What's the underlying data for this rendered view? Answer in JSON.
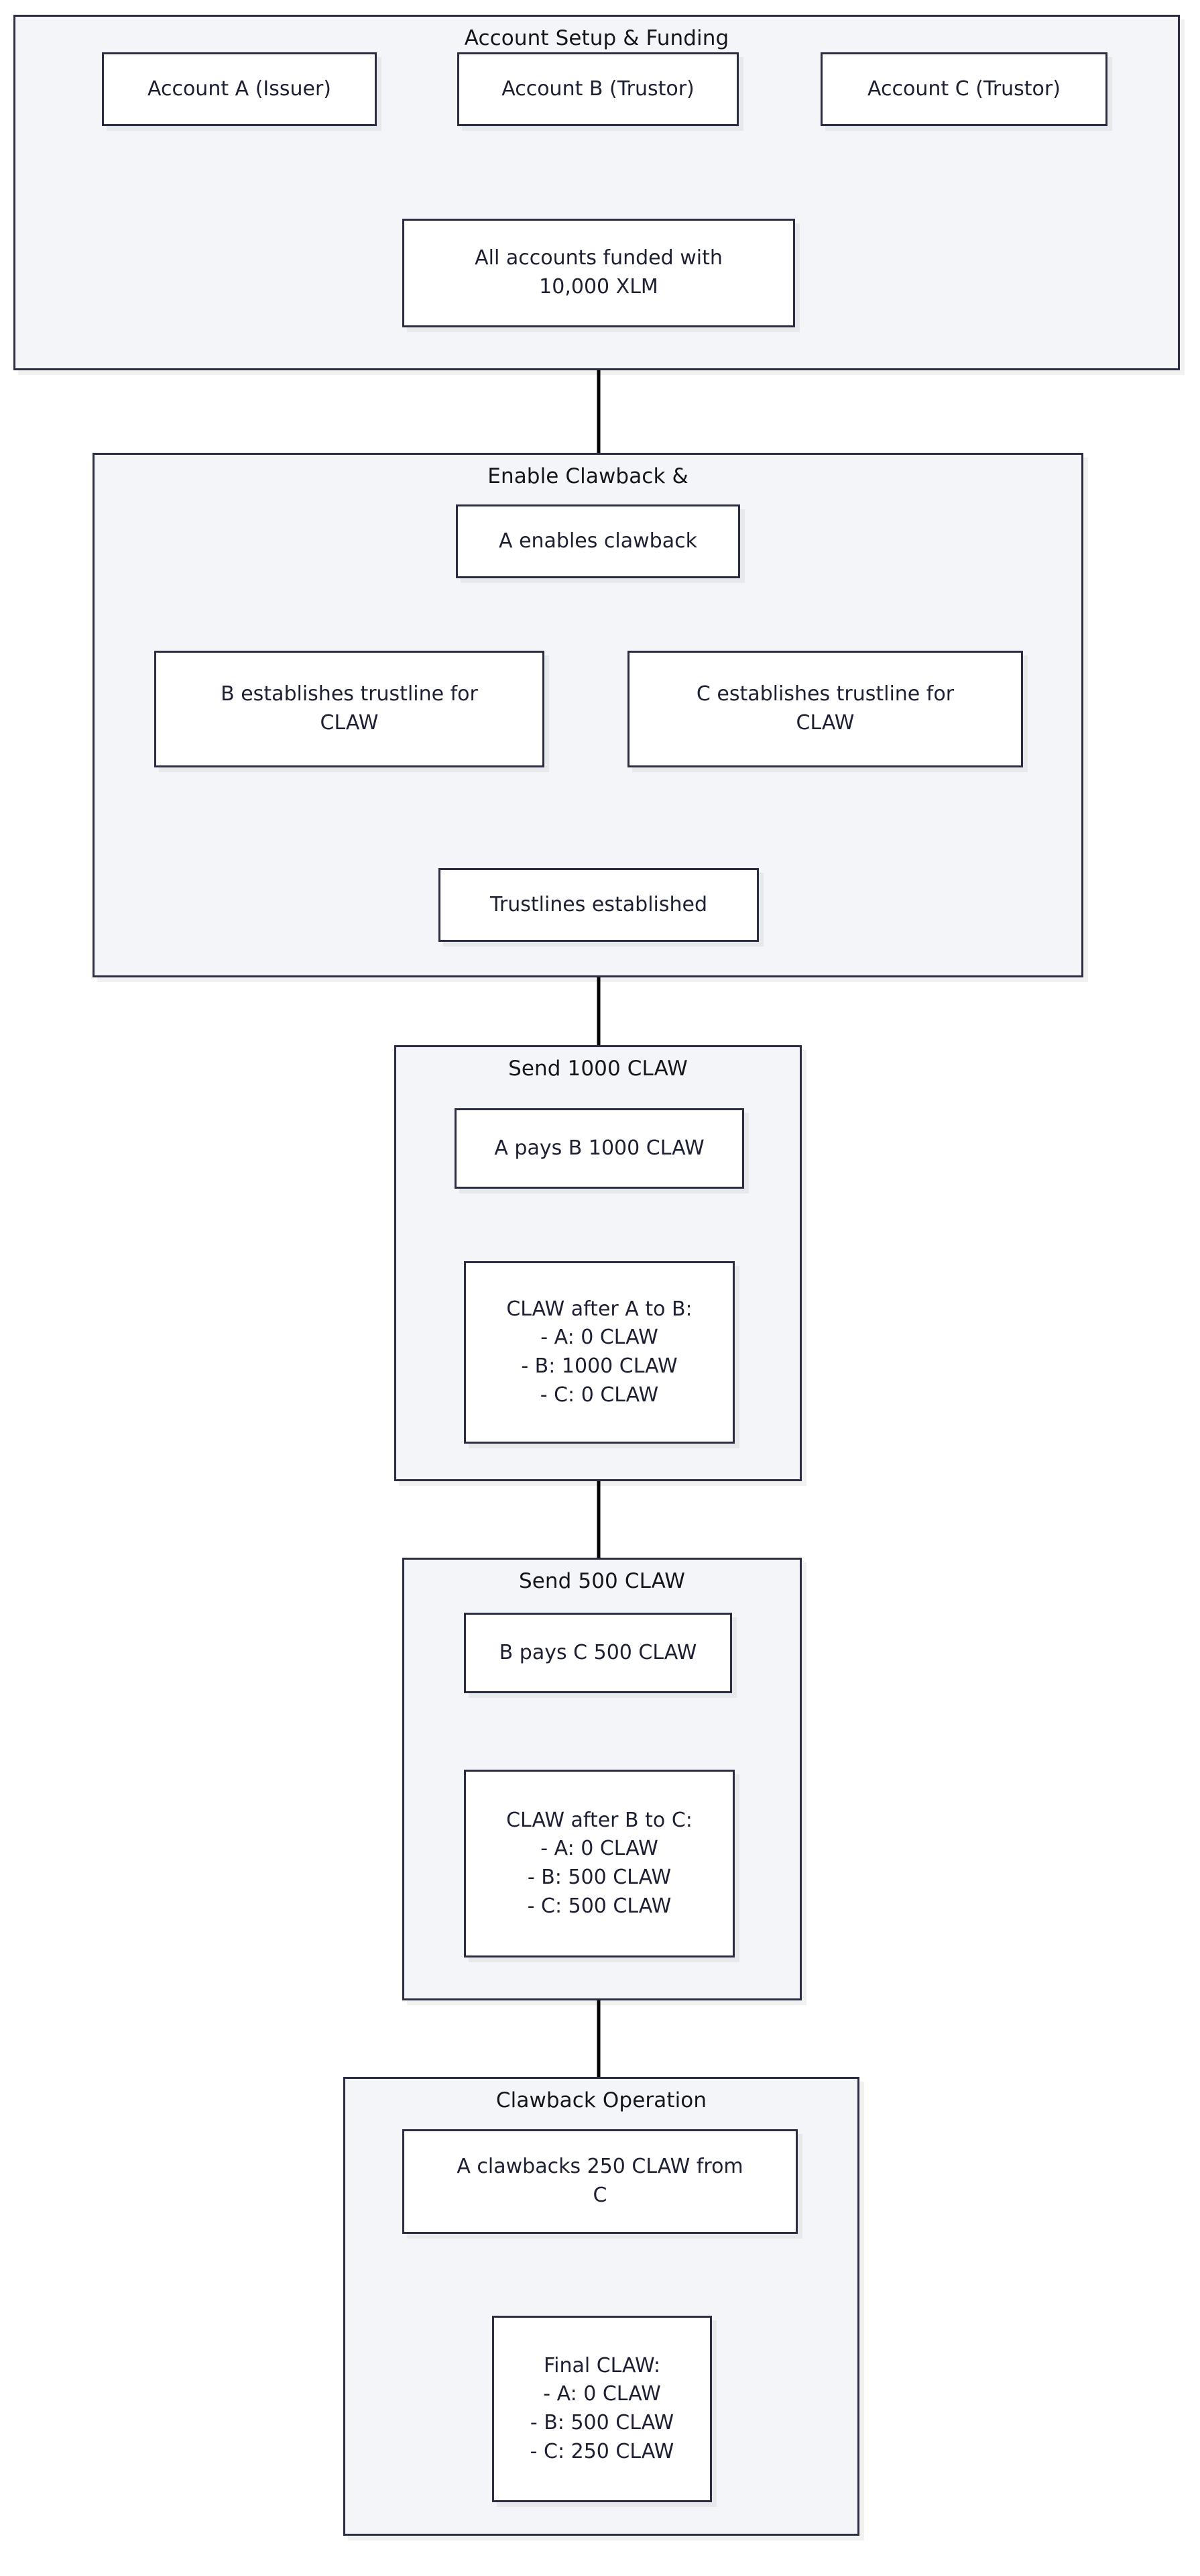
{
  "diagram": {
    "type": "flowchart",
    "direction": "top-down",
    "title_text_color": "#15161c",
    "node_fill": "#ffffff",
    "node_border": "#2b2e43",
    "cluster_fill": "#f4f5f9",
    "cluster_border": "#2b2e43",
    "edge_color": "#000000"
  },
  "clusters": [
    {
      "id": "setup",
      "title": "Account Setup & Funding"
    },
    {
      "id": "clawback",
      "title": "Enable Clawback &"
    },
    {
      "id": "send1000",
      "title": "Send 1000 CLAW"
    },
    {
      "id": "send500",
      "title": "Send 500 CLAW"
    },
    {
      "id": "clawop",
      "title": "Clawback Operation"
    }
  ],
  "nodes": {
    "account_a": "Account A (Issuer)",
    "account_b": "Account B (Trustor)",
    "account_c": "Account C (Trustor)",
    "funded": "All accounts funded with\n10,000 XLM",
    "a_enables": "A enables clawback",
    "b_trustline": "B establishes trustline for\nCLAW",
    "c_trustline": "C establishes trustline for\nCLAW",
    "trustlines_done": "Trustlines established",
    "a_pays_b": "A pays B 1000 CLAW",
    "balance_after_ab": "CLAW after A to B:\n- A: 0 CLAW\n- B: 1000 CLAW\n- C: 0 CLAW",
    "b_pays_c": "B pays C 500 CLAW",
    "balance_after_bc": "CLAW after B to C:\n- A: 0 CLAW\n- B: 500 CLAW\n- C: 500 CLAW",
    "a_clawbacks": "A clawbacks 250 CLAW from\nC",
    "balance_final": "Final CLAW:\n- A: 0 CLAW\n- B: 500 CLAW\n- C: 250 CLAW"
  },
  "balances": {
    "after_a_to_b": {
      "label": "CLAW after A to B:",
      "A": "0 CLAW",
      "B": "1000 CLAW",
      "C": "0 CLAW"
    },
    "after_b_to_c": {
      "label": "CLAW after B to C:",
      "A": "0 CLAW",
      "B": "500 CLAW",
      "C": "500 CLAW"
    },
    "final": {
      "label": "Final CLAW:",
      "A": "0 CLAW",
      "B": "500 CLAW",
      "C": "250 CLAW"
    }
  },
  "edges": [
    {
      "from": "account_a",
      "to": "funded"
    },
    {
      "from": "account_b",
      "to": "funded"
    },
    {
      "from": "account_c",
      "to": "funded"
    },
    {
      "from": "funded",
      "to": "a_enables"
    },
    {
      "from": "a_enables",
      "to": "b_trustline"
    },
    {
      "from": "a_enables",
      "to": "c_trustline"
    },
    {
      "from": "b_trustline",
      "to": "trustlines_done"
    },
    {
      "from": "c_trustline",
      "to": "trustlines_done"
    },
    {
      "from": "trustlines_done",
      "to": "a_pays_b"
    },
    {
      "from": "a_pays_b",
      "to": "balance_after_ab"
    },
    {
      "from": "balance_after_ab",
      "to": "b_pays_c"
    },
    {
      "from": "b_pays_c",
      "to": "balance_after_bc"
    },
    {
      "from": "balance_after_bc",
      "to": "a_clawbacks"
    },
    {
      "from": "a_clawbacks",
      "to": "balance_final"
    }
  ]
}
